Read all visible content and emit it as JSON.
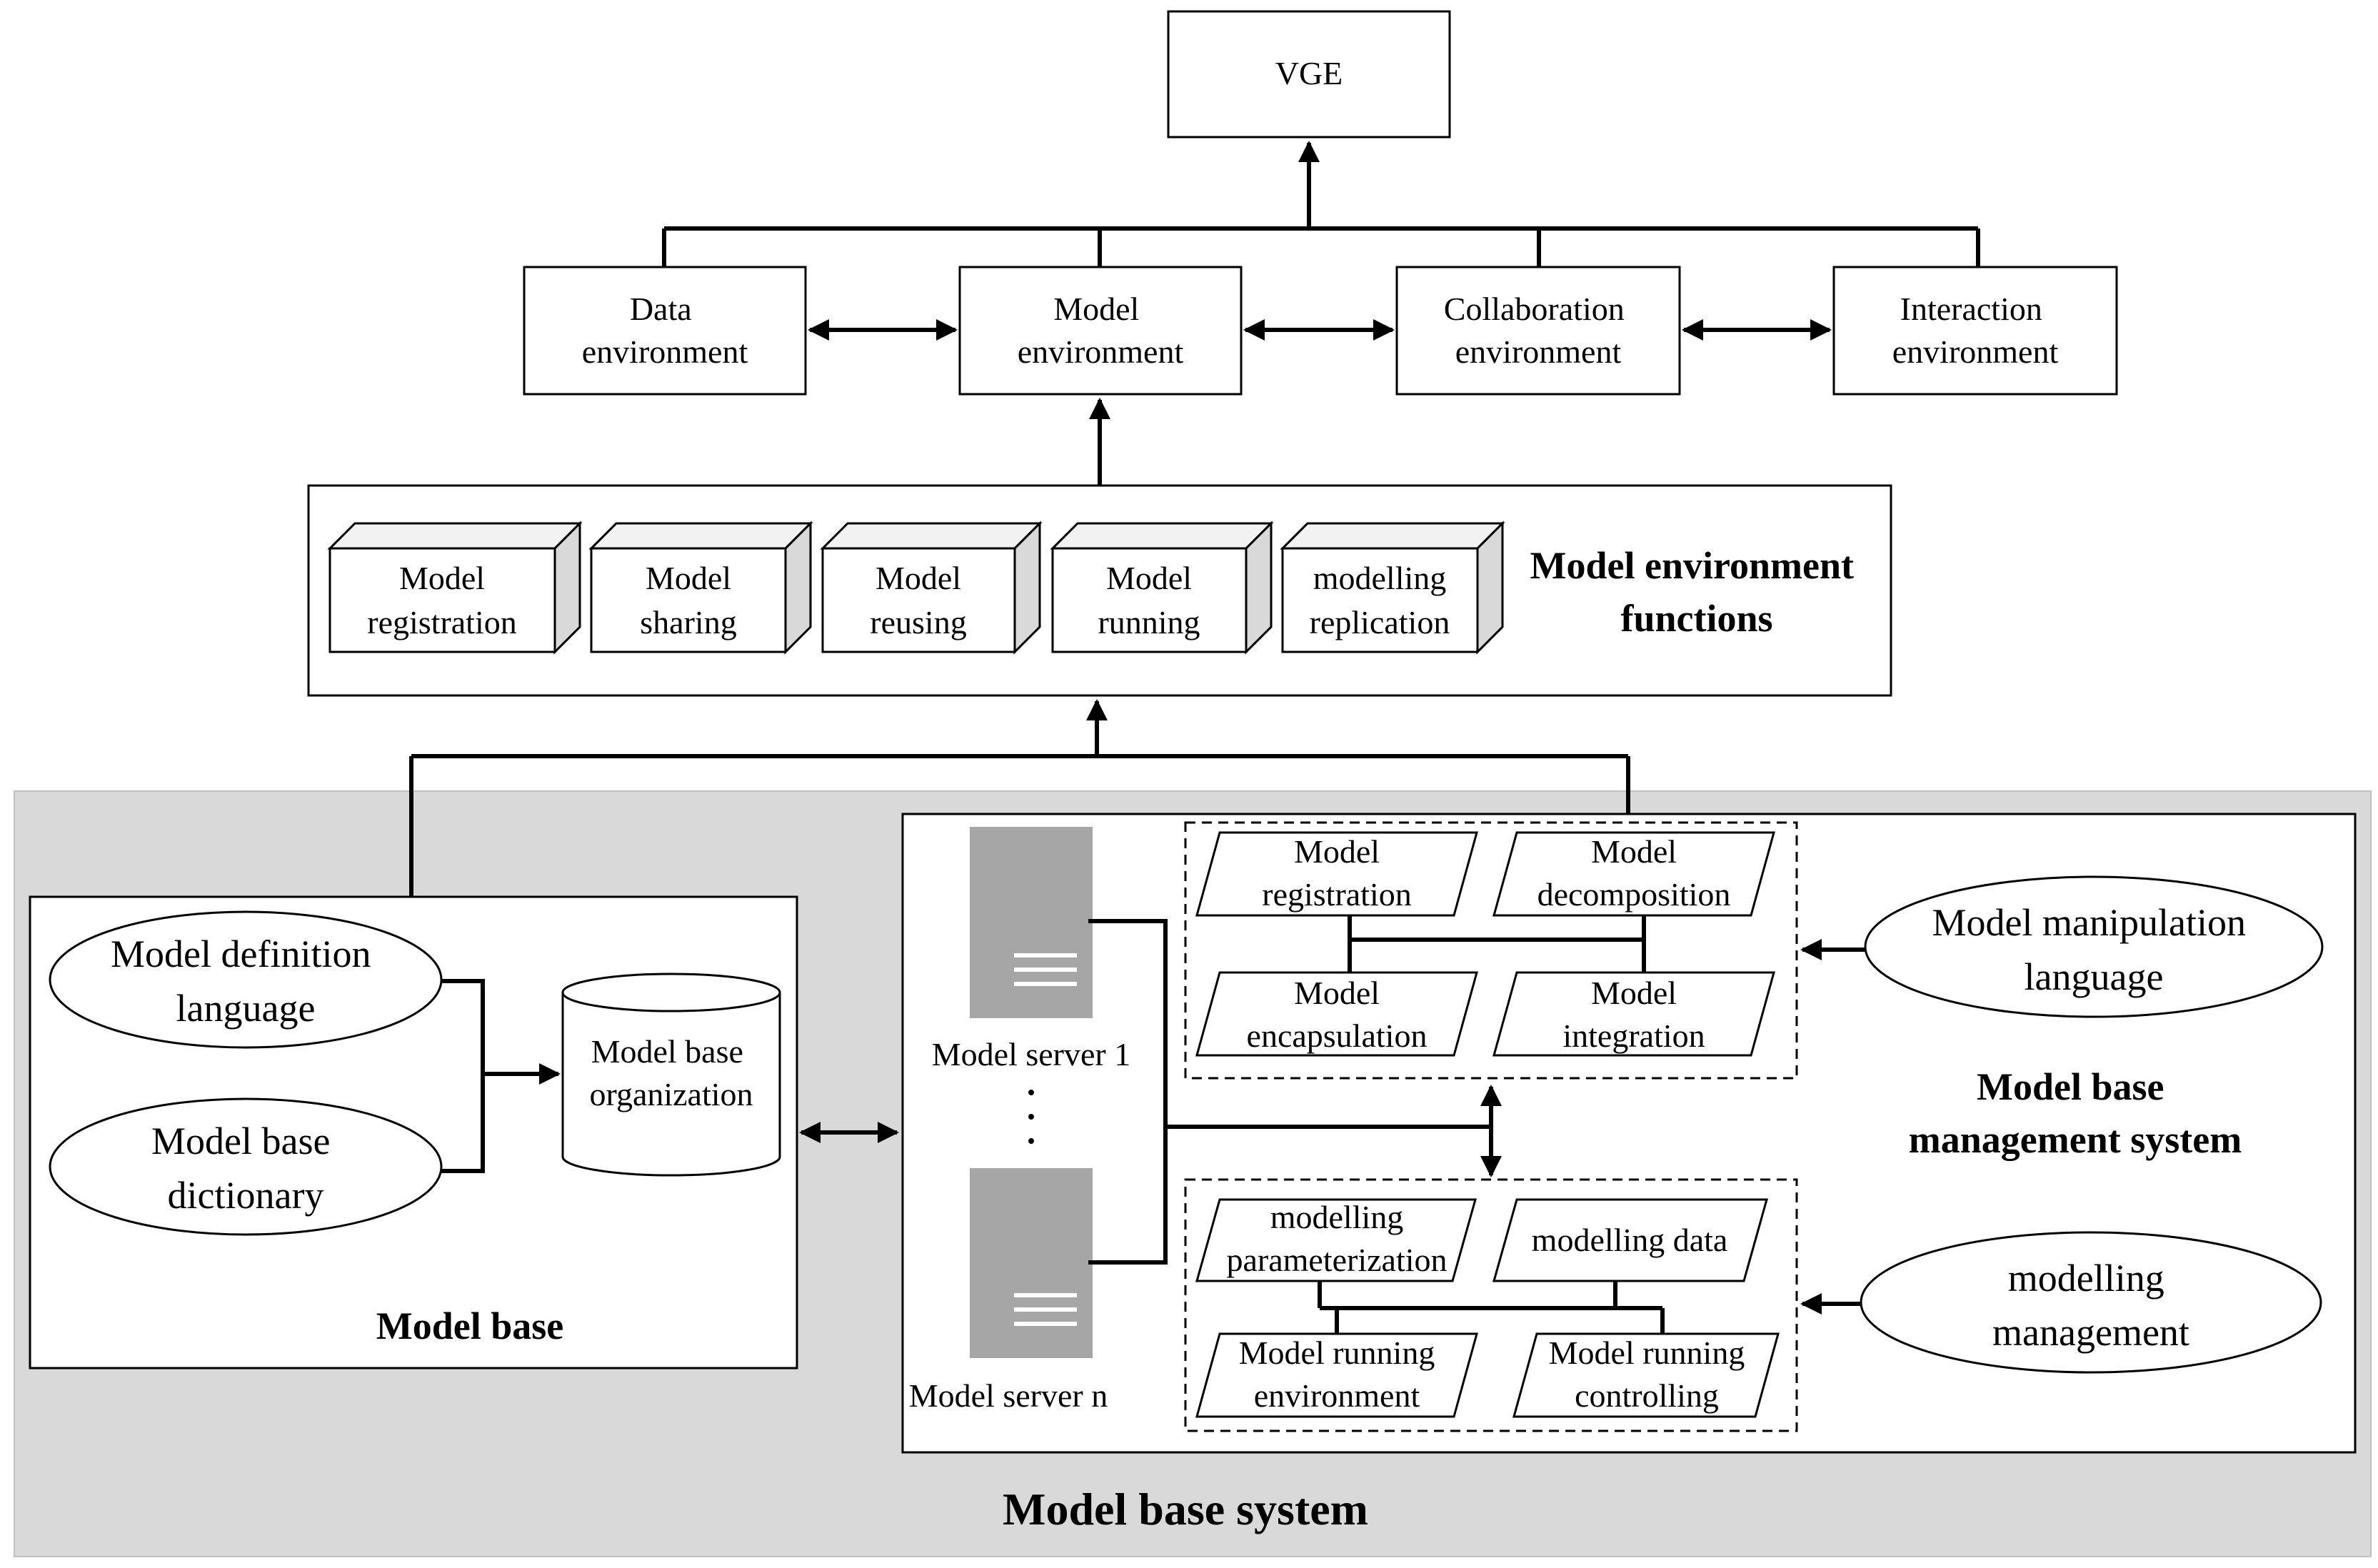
{
  "top": {
    "vge": "VGE"
  },
  "environments": {
    "data": [
      "Data",
      "environment"
    ],
    "model": [
      "Model",
      "environment"
    ],
    "collaboration": [
      "Collaboration",
      "environment"
    ],
    "interaction": [
      "Interaction",
      "environment"
    ]
  },
  "functions": {
    "title": [
      "Model environment",
      "functions"
    ],
    "items": [
      [
        "Model",
        "registration"
      ],
      [
        "Model",
        "sharing"
      ],
      [
        "Model",
        "reusing"
      ],
      [
        "Model",
        "running"
      ],
      [
        "modelling",
        "replication"
      ]
    ]
  },
  "model_base": {
    "title": "Model base",
    "definition_language": [
      "Model definition",
      "language"
    ],
    "dictionary": [
      "Model base",
      "dictionary"
    ],
    "organization": [
      "Model base",
      "organization"
    ]
  },
  "mbms": {
    "title": [
      "Model base",
      "management system"
    ],
    "server1": "Model server 1",
    "servern": "Model server n",
    "upper": [
      [
        "Model",
        "registration"
      ],
      [
        "Model",
        "decomposition"
      ],
      [
        "Model",
        "encapsulation"
      ],
      [
        "Model",
        "integration"
      ]
    ],
    "lower": [
      [
        "modelling",
        "parameterization"
      ],
      [
        "modelling data"
      ],
      [
        "Model running",
        "environment"
      ],
      [
        "Model running",
        "controlling"
      ]
    ],
    "manipulation_language": [
      "Model manipulation",
      "language"
    ],
    "modelling_management": [
      "modelling",
      "management"
    ]
  },
  "system_title": "Model base system",
  "colors": {
    "system_bg": "#d9d9d9",
    "server": "#a6a6a6"
  }
}
